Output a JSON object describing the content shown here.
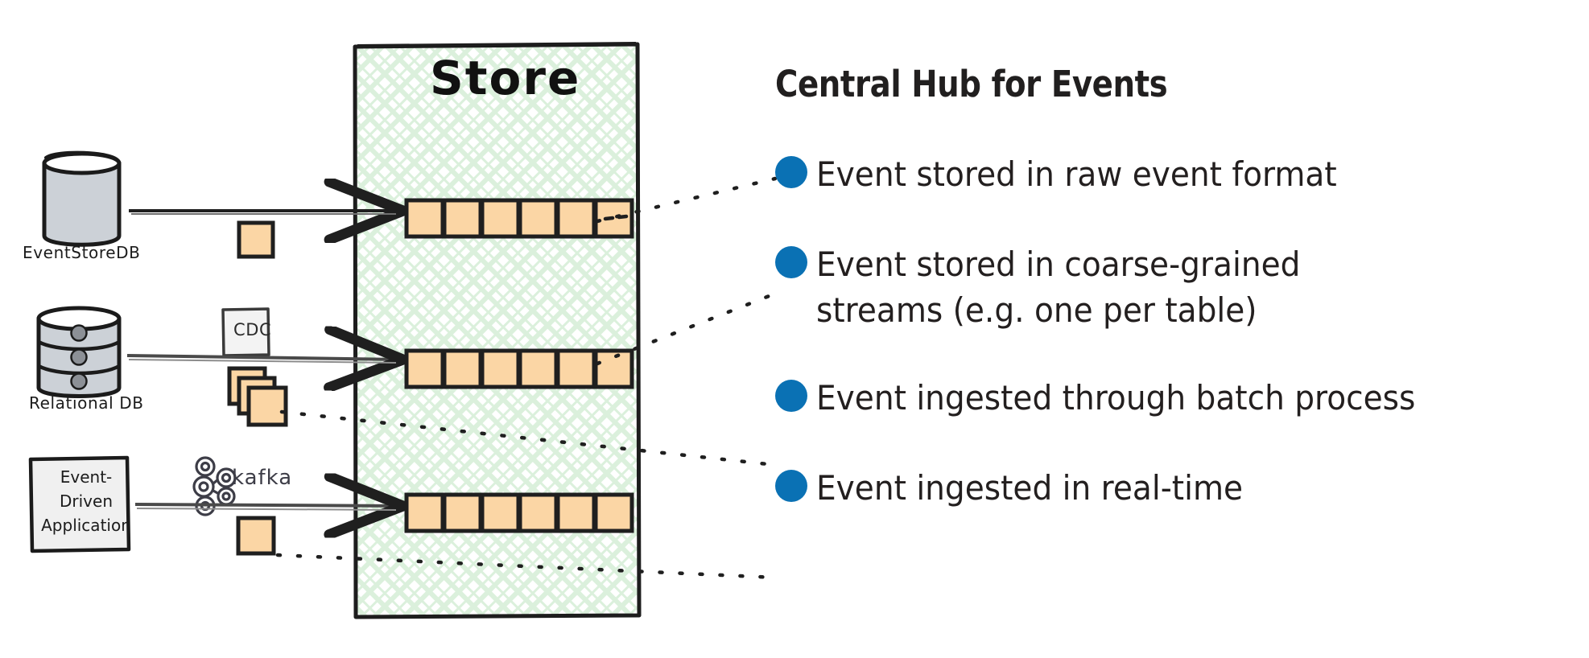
{
  "diagram": {
    "title": "Central Hub for Events",
    "store": {
      "title": "Store",
      "stream_count": 3,
      "cells_per_stream": 6,
      "fill_color": "#fbd6a5",
      "stroke_color": "#1f1f1f",
      "hatch_color": "#d8efd8"
    },
    "sources": [
      {
        "id": "eventstoredb",
        "label": "EventStoreDB",
        "icon": "cylinder-database-icon",
        "connector_label": "",
        "payload_icon": "single-event-square-icon"
      },
      {
        "id": "relational-db",
        "label": "Relational DB",
        "icon": "stacked-disk-database-icon",
        "connector_label": "CDC",
        "payload_icon": "stacked-event-squares-icon"
      },
      {
        "id": "event-driven-application",
        "label": "Event-\nDriven\nApplication",
        "icon": "note-box-icon",
        "connector_label": "kafka",
        "payload_icon": "single-event-square-icon"
      }
    ],
    "bullets": [
      {
        "text": "Event stored in raw event format"
      },
      {
        "text": "Event stored in coarse-grained\nstreams (e.g. one per table)"
      },
      {
        "text": "Event ingested through batch process"
      },
      {
        "text": "Event ingested in real-time"
      }
    ],
    "colors": {
      "bullet": "#0a71b4",
      "event_fill": "#fbd6a5",
      "ink": "#1f1f1f",
      "db_fill": "#ccd1d7",
      "box_fill": "#f0f0f0",
      "store_hatch": "#dff0e0"
    }
  }
}
